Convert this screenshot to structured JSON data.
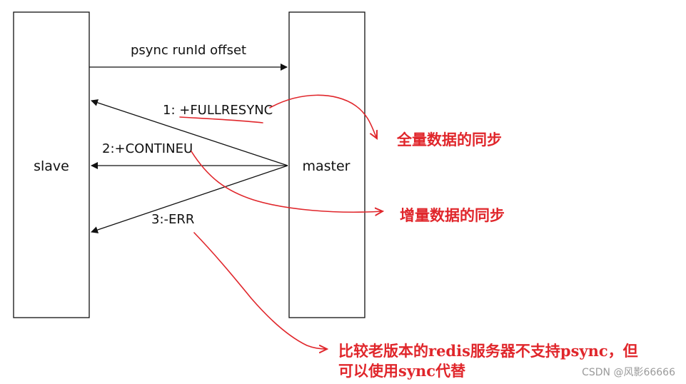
{
  "diagram": {
    "slave_label": "slave",
    "master_label": "master",
    "request_label": "psync runId offset",
    "reply_fullresync": "1: +FULLRESYNC",
    "reply_continue": "2:+CONTINEU",
    "reply_err": "3:-ERR"
  },
  "annotations": {
    "full_sync": "全量数据的同步",
    "incremental_sync": "增量数据的同步",
    "old_version_line1": "比较老版本的redis服务器不支持psync，但",
    "old_version_line2": "可以使用sync代替",
    "color": "#e0262b"
  },
  "watermark": "CSDN @风影66666"
}
